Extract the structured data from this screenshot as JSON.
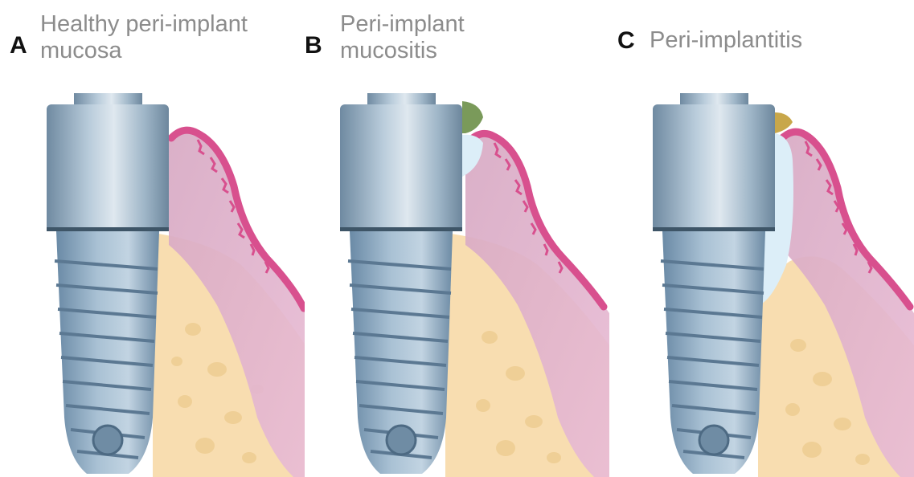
{
  "panels": [
    {
      "letter": "A",
      "title_line1": "Healthy peri-implant",
      "title_line2": "mucosa"
    },
    {
      "letter": "B",
      "title_line1": "Peri-implant",
      "title_line2": "mucositis"
    },
    {
      "letter": "C",
      "title_line1": "Peri-implantitis",
      "title_line2": ""
    }
  ],
  "colors": {
    "bone": "#f8ddb0",
    "bone_spot": "#efcf96",
    "gingiva": "#d9a9c7",
    "epithelium": "#d8508e",
    "implant": "#8fa9bd",
    "implant_light": "#c9d7e2",
    "plaque": "#7a9a5a",
    "calculus": "#c8a74a",
    "pocket": "#dceef8"
  }
}
